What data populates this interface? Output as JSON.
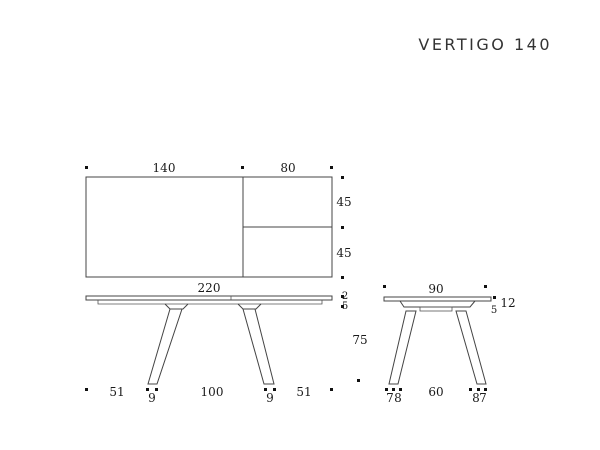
{
  "title": "VERTIGO 140",
  "top_view": {
    "width_main": "140",
    "width_ext": "80",
    "depth_upper": "45",
    "depth_lower": "45"
  },
  "side_view": {
    "total_length": "220",
    "top_thickness_a": "2",
    "top_thickness_b": "5",
    "height": "75",
    "foot_left": "51",
    "leg_left": "9",
    "between_legs": "100",
    "leg_right": "9",
    "foot_right": "51"
  },
  "end_view": {
    "width": "90",
    "gap": "5",
    "depth_apron": "12",
    "foot_left_a": "7",
    "foot_left_b": "8",
    "between_legs": "60",
    "foot_right_a": "8",
    "foot_right_b": "7"
  }
}
